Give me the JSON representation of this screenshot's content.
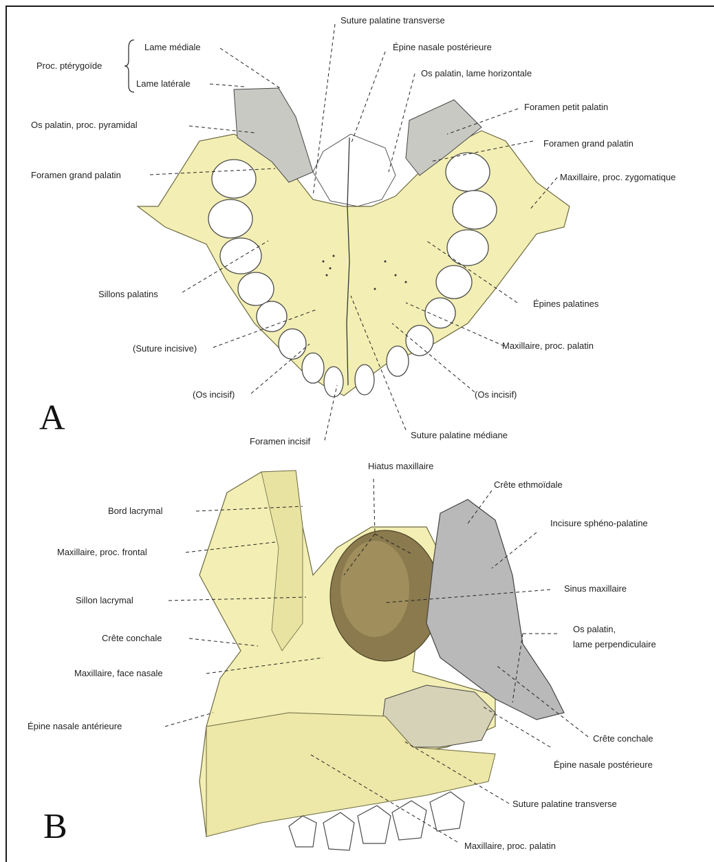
{
  "panel_a": {
    "letter": "A",
    "group_label": "Proc. ptérygoïde",
    "labels": {
      "lame_mediale": "Lame médiale",
      "lame_laterale": "Lame latérale",
      "os_palatin_pyramidal": "Os palatin, proc. pyramidal",
      "foramen_grand_palatin_left": "Foramen grand palatin",
      "sillons_palatins": "Sillons palatins",
      "suture_incisive": "(Suture incisive)",
      "os_incisif_left": "(Os incisif)",
      "foramen_incisif": "Foramen incisif",
      "suture_palatine_transverse": "Suture palatine transverse",
      "epine_nasale_posterieure": "Épine nasale postérieure",
      "os_palatin_lame_horizontale": "Os palatin, lame horizontale",
      "foramen_petit_palatin": "Foramen petit palatin",
      "foramen_grand_palatin_right": "Foramen grand palatin",
      "maxillaire_zygomatique": "Maxillaire, proc. zygomatique",
      "epines_palatines": "Épines palatines",
      "maxillaire_palatin": "Maxillaire, proc. palatin",
      "os_incisif_right": "(Os incisif)",
      "suture_palatine_mediane": "Suture palatine médiane"
    }
  },
  "panel_b": {
    "letter": "B",
    "labels": {
      "bord_lacrymal": "Bord lacrymal",
      "maxillaire_frontal": "Maxillaire, proc. frontal",
      "sillon_lacrymal": "Sillon lacrymal",
      "crete_conchale_left": "Crête conchale",
      "maxillaire_face_nasale": "Maxillaire, face nasale",
      "epine_nasale_anterieure": "Épine nasale antérieure",
      "hiatus_maxillaire": "Hiatus maxillaire",
      "crete_ethmoidale": "Crête ethmoïdale",
      "incisure_spheno_palatine": "Incisure sphéno-palatine",
      "sinus_maxillaire": "Sinus maxillaire",
      "os_palatin_perp_1": "Os palatin,",
      "os_palatin_perp_2": "lame perpendiculaire",
      "crete_conchale_right": "Crête conchale",
      "epine_nasale_posterieure": "Épine nasale postérieure",
      "suture_palatine_transverse": "Suture palatine transverse",
      "maxillaire_palatin": "Maxillaire, proc. palatin"
    }
  },
  "colors": {
    "bone": "#f3efb4",
    "bone_shade": "#d9d28c",
    "tooth": "#ffffff",
    "tooth_outline": "#4a4a4a",
    "sinus": "#8a7a4e",
    "palatine_grey": "#b9b9b9",
    "leader": "#222222"
  }
}
